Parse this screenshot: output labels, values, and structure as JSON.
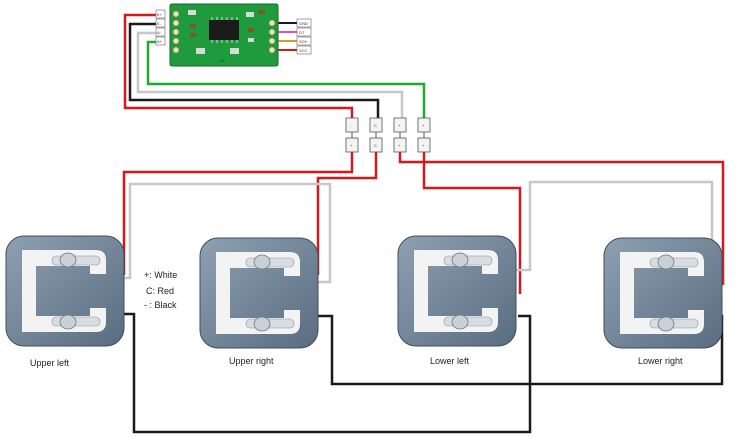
{
  "colors": {
    "red_wire": "#d6171c",
    "black_wire": "#1a1a1a",
    "white_wire": "#c8c8c8",
    "green_wire": "#1faa2a",
    "board": "#1f9a3c",
    "sensor_body": "#6f8396"
  },
  "module": {
    "left_pins": [
      "E+",
      "E-",
      "A-",
      "A+"
    ],
    "right_pins": [
      "GND",
      "DT",
      "SCK",
      "VCC"
    ],
    "right_wire_colors": [
      "#1a1a1a",
      "#e14bd6",
      "#c9a02a",
      "#d6171c"
    ],
    "chip_label": "HX"
  },
  "connectors": [
    {
      "top": "-",
      "bottom": "+"
    },
    {
      "top": "C",
      "bottom": "C"
    },
    {
      "top": "+",
      "bottom": "+"
    },
    {
      "top": "+",
      "bottom": "+"
    }
  ],
  "legend": {
    "line1": "+: White",
    "line2": "C: Red",
    "line3": "- : Black"
  },
  "load_cells": [
    {
      "label": "Upper left"
    },
    {
      "label": "Upper right"
    },
    {
      "label": "Lower left"
    },
    {
      "label": "Lower right"
    }
  ]
}
